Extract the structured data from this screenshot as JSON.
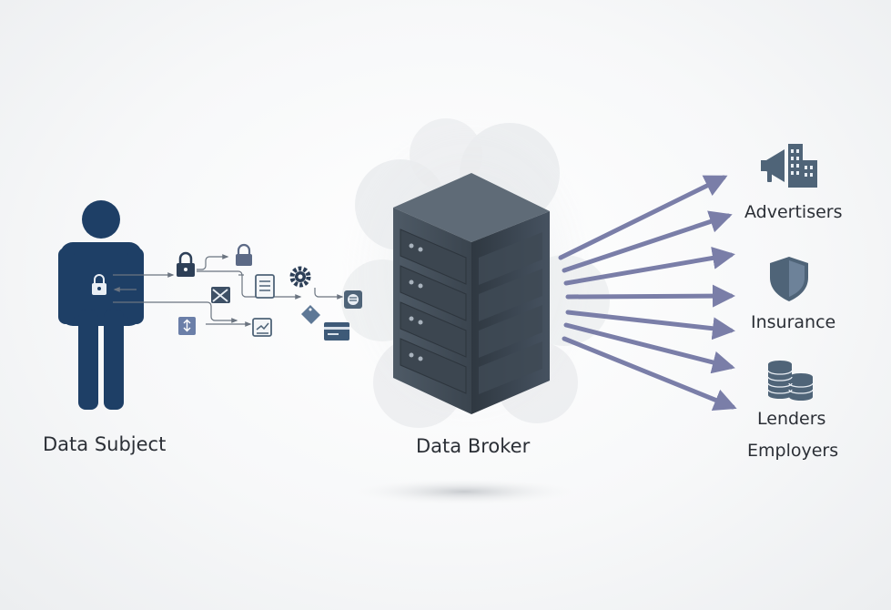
{
  "diagram": {
    "subject_label": "Data Subject",
    "broker_label": "Data Broker",
    "destinations": [
      {
        "label": "Advertisers",
        "icon": "megaphone-building-icon"
      },
      {
        "label": "Insurance",
        "icon": "shield-icon"
      },
      {
        "label": "Lenders",
        "icon": "coin-stack-icon"
      },
      {
        "label": "Employers",
        "icon": ""
      }
    ],
    "data_icons": [
      "padlock-icon",
      "padlock-icon",
      "document-icon",
      "gear-icon",
      "envelope-icon",
      "message-icon",
      "tag-icon",
      "credit-card-icon",
      "upload-icon",
      "checkbox-icon"
    ],
    "colors": {
      "person": "#1e3f66",
      "server_dark": "#3d4752",
      "server_mid": "#5a6672",
      "arrow": "#7a7ea8",
      "icon": "#4f6478",
      "text": "#2b2f36"
    }
  }
}
